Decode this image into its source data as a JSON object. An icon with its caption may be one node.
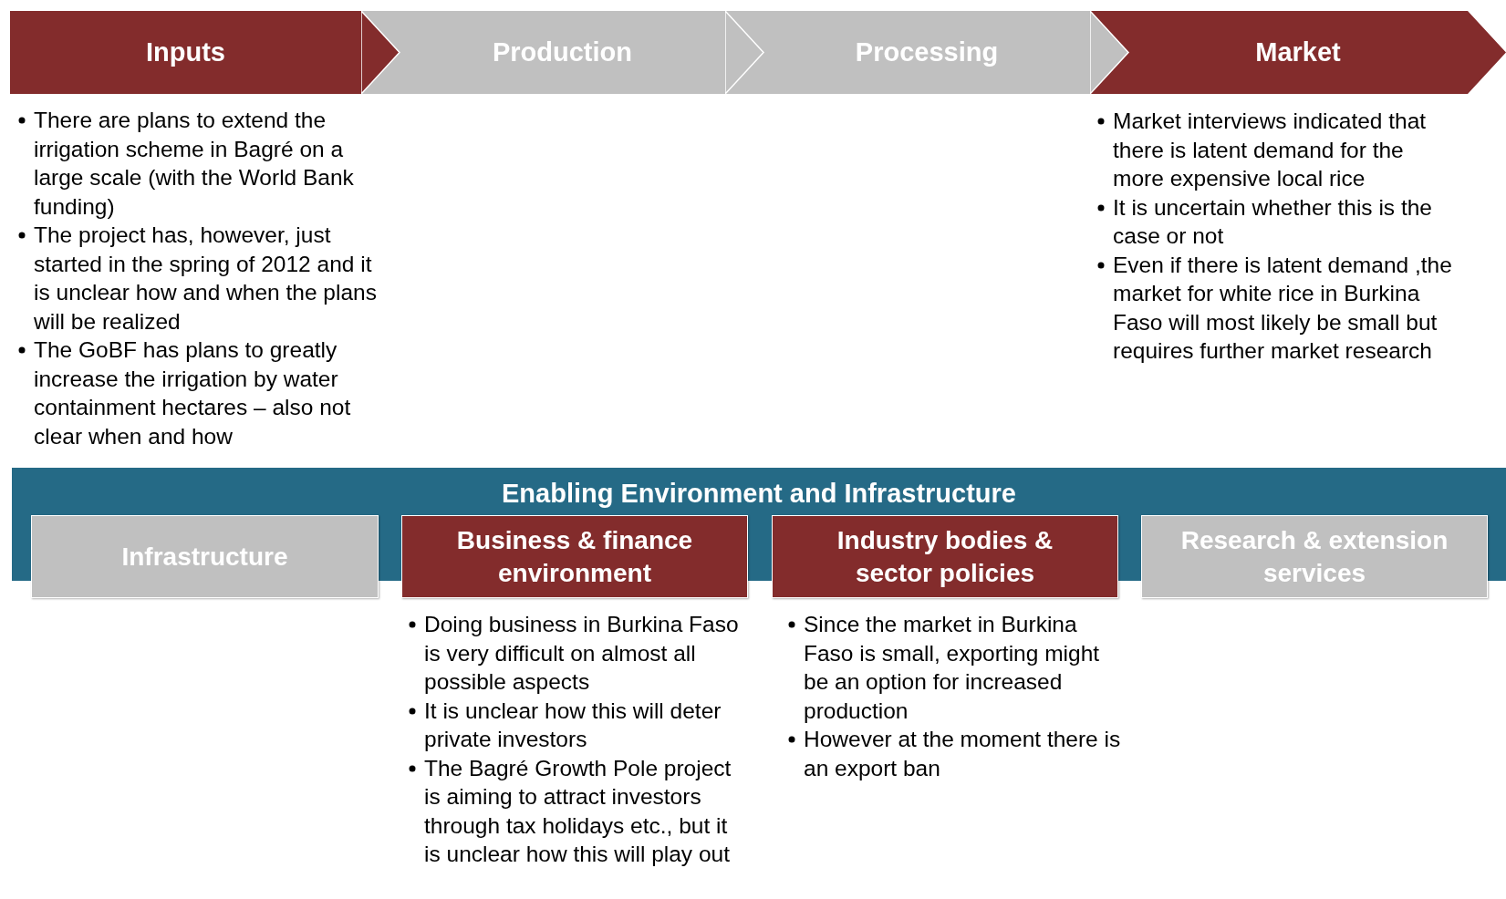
{
  "diagram": {
    "nodes": [
      {
        "text": [
          "Inputs"
        ],
        "beside": [
          "There are plans to extend the irrigation scheme in Bagré on a large scale (with the World Bank funding)",
          "The project has, however, just started in the spring of 2012 and it is unclear how and when the plans will be realized",
          "The GoBF has plans to greatly increase the irrigation by water containment hectares – also not clear when and how"
        ]
      },
      {
        "text": [
          "Production"
        ]
      },
      {
        "text": [
          "Processing"
        ]
      },
      {
        "text": [
          "Market"
        ],
        "beside": [
          "Market interviews indicated that there is latent demand for the more expensive local rice",
          "It is uncertain whether this is the case or not",
          "Even if there is latent demand ,the market for white rice in Burkina Faso will most likely be small but requires further market research"
        ]
      },
      {
        "text": [
          "Enabling Environment and Infrastructure"
        ]
      },
      {
        "text": [
          "Infrastructure"
        ],
        "in": 4
      },
      {
        "text": [
          "Business & finance environment"
        ],
        "in": 4,
        "beside": [
          "Doing business in Burkina Faso is very difficult on almost all possible aspects",
          "It is unclear how this will deter private investors",
          "The Bagré Growth Pole project is aiming to attract investors through tax holidays etc., but it is unclear how this will play out"
        ]
      },
      {
        "text": [
          "Industry bodies & sector policies"
        ],
        "in": 4,
        "beside": [
          "Since the market in Burkina Faso is small, exporting might be an option for increased production",
          "However at the moment there is an export ban"
        ]
      },
      {
        "text": [
          "Research & extension services"
        ],
        "in": 4
      }
    ]
  }
}
